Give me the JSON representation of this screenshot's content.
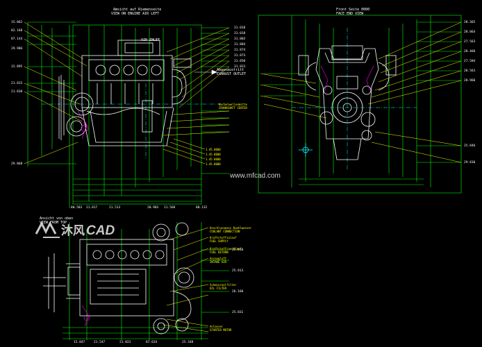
{
  "views": {
    "side": {
      "title_line1": "Amsicht auf Riemenseite",
      "title_line2": "VIEW ON ENGINE AIR LEFT",
      "air_inlet": "AIR INLET",
      "exhaust_1": "Abgasaustritt",
      "exhaust_2": "EXHAUST OUTLET"
    },
    "front": {
      "title_line1": "Front Seite 0000",
      "title_line2": "FACE END VIEW"
    },
    "top": {
      "title_line1": "Ansicht von oben",
      "title_line2": "VIEW FROM TOP"
    }
  },
  "dimensions": {
    "left_side": [
      "15.062",
      "82.168",
      "87.144",
      "29.986",
      "15.895",
      "21.815",
      "21.838",
      "29.868"
    ],
    "right_side_view": [
      "31.018",
      "31.018",
      "31.003",
      "31.884",
      "31.874",
      "31.873",
      "31.850",
      "31.823"
    ],
    "bottom_side_view": [
      "80.583",
      "21.817",
      "21.513",
      "20.983",
      "21.568",
      "80.132"
    ],
    "front_right": [
      "28.365",
      "28.864",
      "27.563",
      "28.468",
      "27.504",
      "28.563",
      "28.960",
      "25.846",
      "29.810"
    ],
    "top_view_bottom": [
      "15.847",
      "21.547",
      "21.823",
      "87.624",
      "25.348"
    ],
    "top_view_right": [
      "25.810",
      "25.813",
      "26.168",
      "25.831"
    ]
  },
  "notes": {
    "side_mid_1": "Kurbelwellenmitte",
    "side_mid_2": "CRANKSHAFT CENTER",
    "side_low": [
      "1.45.0000",
      "1.45.0000",
      "1.45.0000",
      "1.45.0000"
    ],
    "top_notes": [
      "Anschlussmass Kuehlwasser",
      "COOLANT CONNECTION",
      "Kraftstoffzulauf",
      "FUEL SUPPLY",
      "Kraftstoffruecklauf",
      "FUEL RETURN",
      "Ansaugluft",
      "INTAKE AIR"
    ],
    "top_notes_low": [
      "Schmieroelfilter",
      "OIL FILTER",
      "Anlasser",
      "STARTER MOTOR"
    ]
  },
  "watermark": {
    "brand_cn": "沐风",
    "brand_cad": "CAD",
    "url": "www.mfcad.com"
  },
  "colors": {
    "background": "#000000",
    "outline": "#ffffff",
    "dimension": "#00ff00",
    "leader": "#ffff00",
    "hidden": "#ff00ff",
    "center": "#00ffff"
  }
}
